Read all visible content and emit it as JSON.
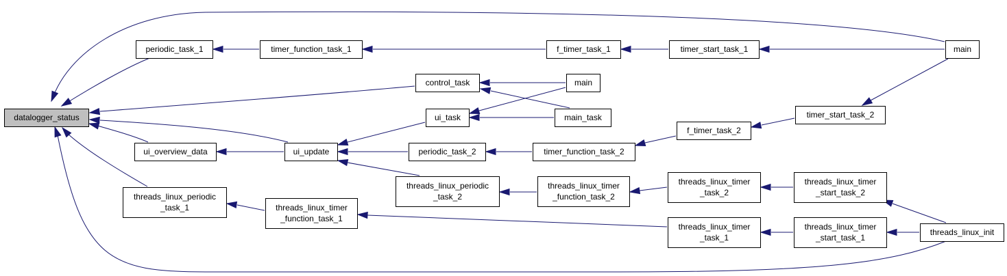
{
  "graph": {
    "colors": {
      "edge": "#191970",
      "root_fill": "#bfbfbf",
      "node_fill": "#ffffff",
      "node_border": "#000000"
    },
    "nodes": [
      {
        "id": "datalogger_status",
        "lines": [
          "datalogger_status"
        ],
        "root": true
      },
      {
        "id": "periodic_task_1",
        "lines": [
          "periodic_task_1"
        ]
      },
      {
        "id": "timer_function_task_1",
        "lines": [
          "timer_function_task_1"
        ]
      },
      {
        "id": "f_timer_task_1",
        "lines": [
          "f_timer_task_1"
        ]
      },
      {
        "id": "timer_start_task_1",
        "lines": [
          "timer_start_task_1"
        ]
      },
      {
        "id": "main_top",
        "lines": [
          "main"
        ]
      },
      {
        "id": "control_task",
        "lines": [
          "control_task"
        ]
      },
      {
        "id": "main_mid",
        "lines": [
          "main"
        ]
      },
      {
        "id": "ui_task",
        "lines": [
          "ui_task"
        ]
      },
      {
        "id": "main_task",
        "lines": [
          "main_task"
        ]
      },
      {
        "id": "timer_start_task_2",
        "lines": [
          "timer_start_task_2"
        ]
      },
      {
        "id": "f_timer_task_2",
        "lines": [
          "f_timer_task_2"
        ]
      },
      {
        "id": "ui_overview_data",
        "lines": [
          "ui_overview_data"
        ]
      },
      {
        "id": "ui_update",
        "lines": [
          "ui_update"
        ]
      },
      {
        "id": "periodic_task_2",
        "lines": [
          "periodic_task_2"
        ]
      },
      {
        "id": "timer_function_task_2",
        "lines": [
          "timer_function_task_2"
        ]
      },
      {
        "id": "threads_linux_periodic_task_2",
        "lines": [
          "threads_linux_periodic",
          "_task_2"
        ]
      },
      {
        "id": "threads_linux_timer_function_task_2",
        "lines": [
          "threads_linux_timer",
          "_function_task_2"
        ]
      },
      {
        "id": "threads_linux_timer_task_2",
        "lines": [
          "threads_linux_timer",
          "_task_2"
        ]
      },
      {
        "id": "threads_linux_timer_start_task_2",
        "lines": [
          "threads_linux_timer",
          "_start_task_2"
        ]
      },
      {
        "id": "threads_linux_periodic_task_1",
        "lines": [
          "threads_linux_periodic",
          "_task_1"
        ]
      },
      {
        "id": "threads_linux_timer_function_task_1",
        "lines": [
          "threads_linux_timer",
          "_function_task_1"
        ]
      },
      {
        "id": "threads_linux_timer_task_1",
        "lines": [
          "threads_linux_timer",
          "_task_1"
        ]
      },
      {
        "id": "threads_linux_timer_start_task_1",
        "lines": [
          "threads_linux_timer",
          "_start_task_1"
        ]
      },
      {
        "id": "threads_linux_init",
        "lines": [
          "threads_linux_init"
        ]
      }
    ],
    "edges": [
      {
        "from": "periodic_task_1",
        "to": "datalogger_status"
      },
      {
        "from": "main_top",
        "to": "datalogger_status"
      },
      {
        "from": "control_task",
        "to": "datalogger_status"
      },
      {
        "from": "ui_update",
        "to": "datalogger_status"
      },
      {
        "from": "ui_overview_data",
        "to": "datalogger_status"
      },
      {
        "from": "threads_linux_periodic_task_1",
        "to": "datalogger_status"
      },
      {
        "from": "threads_linux_init",
        "to": "datalogger_status"
      },
      {
        "from": "timer_function_task_1",
        "to": "periodic_task_1"
      },
      {
        "from": "f_timer_task_1",
        "to": "timer_function_task_1"
      },
      {
        "from": "timer_start_task_1",
        "to": "f_timer_task_1"
      },
      {
        "from": "main_top",
        "to": "timer_start_task_1"
      },
      {
        "from": "main_mid",
        "to": "control_task"
      },
      {
        "from": "main_task",
        "to": "control_task"
      },
      {
        "from": "main_mid",
        "to": "ui_task"
      },
      {
        "from": "main_task",
        "to": "ui_task"
      },
      {
        "from": "ui_update",
        "to": "ui_overview_data"
      },
      {
        "from": "ui_task",
        "to": "ui_update"
      },
      {
        "from": "periodic_task_2",
        "to": "ui_update"
      },
      {
        "from": "threads_linux_periodic_task_2",
        "to": "ui_update"
      },
      {
        "from": "timer_function_task_2",
        "to": "periodic_task_2"
      },
      {
        "from": "f_timer_task_2",
        "to": "timer_function_task_2"
      },
      {
        "from": "timer_start_task_2",
        "to": "f_timer_task_2"
      },
      {
        "from": "main_top",
        "to": "timer_start_task_2"
      },
      {
        "from": "threads_linux_timer_function_task_2",
        "to": "threads_linux_periodic_task_2"
      },
      {
        "from": "threads_linux_timer_task_2",
        "to": "threads_linux_timer_function_task_2"
      },
      {
        "from": "threads_linux_timer_start_task_2",
        "to": "threads_linux_timer_task_2"
      },
      {
        "from": "threads_linux_init",
        "to": "threads_linux_timer_start_task_2"
      },
      {
        "from": "threads_linux_timer_function_task_1",
        "to": "threads_linux_periodic_task_1"
      },
      {
        "from": "threads_linux_timer_task_1",
        "to": "threads_linux_timer_function_task_1"
      },
      {
        "from": "threads_linux_timer_start_task_1",
        "to": "threads_linux_timer_task_1"
      },
      {
        "from": "threads_linux_init",
        "to": "threads_linux_timer_start_task_1"
      }
    ]
  }
}
